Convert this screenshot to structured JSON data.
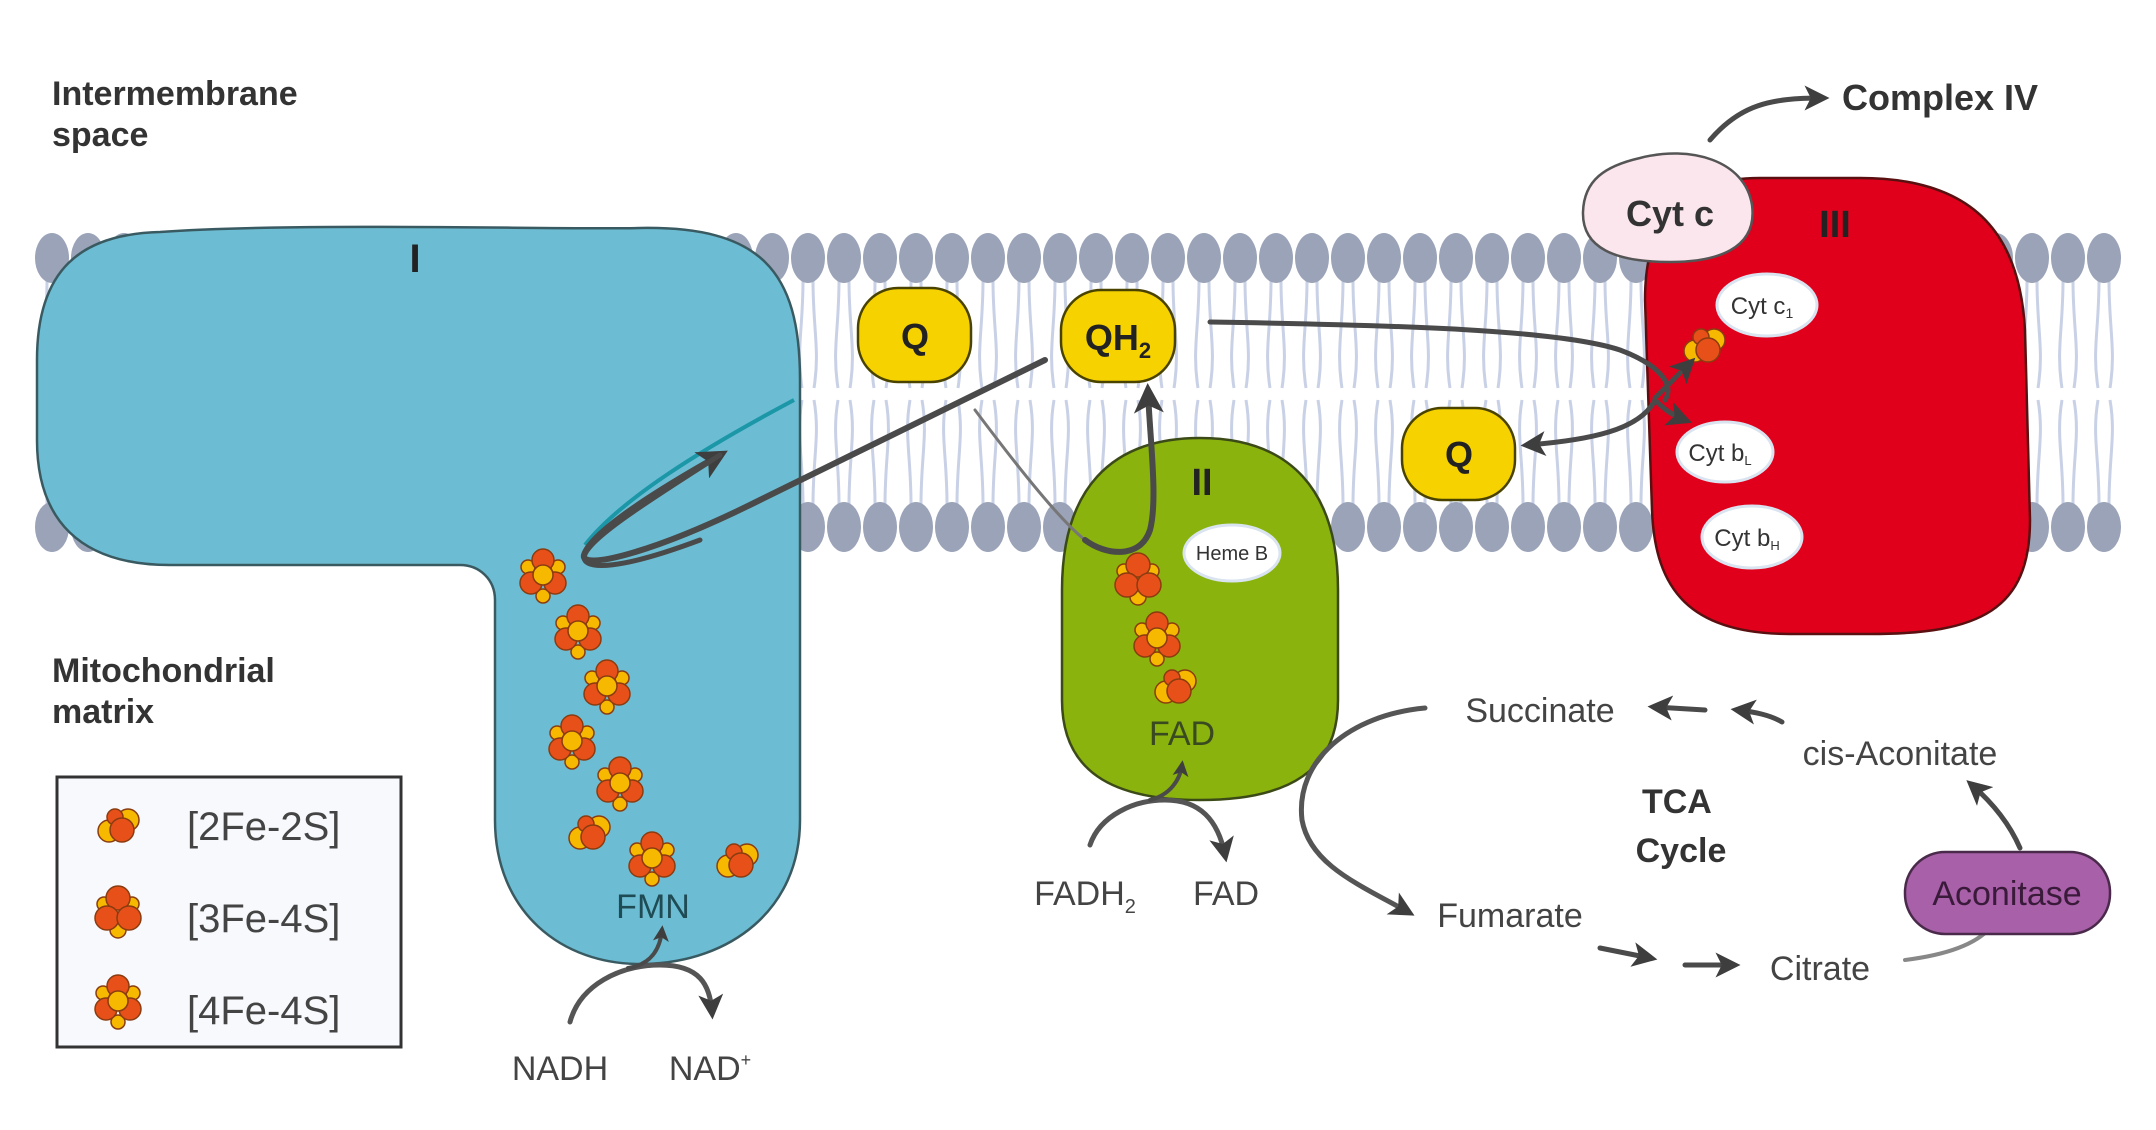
{
  "regions": {
    "intermembrane": [
      "Intermembrane",
      "space"
    ],
    "matrix": [
      "Mitochondrial",
      "matrix"
    ]
  },
  "complexes": {
    "complex_1": {
      "label": "I",
      "color": "#6cbdd3",
      "cofactor": "FMN"
    },
    "complex_2": {
      "label": "II",
      "color": "#8ab30d",
      "cofactor": "FAD",
      "heme": "Heme B"
    },
    "complex_3": {
      "label": "III",
      "color": "#e0001b",
      "cyt_c1": "Cyt c",
      "cyt_c1_sub": "1",
      "cyt_bl": "Cyt b",
      "cyt_bl_sub": "L",
      "cyt_bh": "Cyt b",
      "cyt_bh_sub": "H"
    },
    "complex_4": {
      "label": "Complex IV"
    }
  },
  "carriers": {
    "q_left": "Q",
    "qh2": "QH",
    "qh2_sub": "2",
    "q_right": "Q",
    "cyt_c": "Cyt c",
    "q_color": "#f5d200",
    "cyt_c_color": "#fbe6ee"
  },
  "reactions": {
    "nadh": "NADH",
    "nad_plus": "NAD",
    "nad_plus_sup": "+",
    "fadh2": "FADH",
    "fadh2_sub": "2",
    "fad_out": "FAD"
  },
  "tca": {
    "title": [
      "TCA",
      "Cycle"
    ],
    "succinate": "Succinate",
    "cis_aconitate": "cis-Aconitate",
    "fumarate": "Fumarate",
    "citrate": "Citrate",
    "aconitase": "Aconitase",
    "aconitase_color": "#a860a8"
  },
  "legend": {
    "items": [
      {
        "label": "[2Fe-2S]",
        "type": "2fe2s"
      },
      {
        "label": "[3Fe-4S]",
        "type": "3fe4s"
      },
      {
        "label": "[4Fe-4S]",
        "type": "4fe4s"
      }
    ]
  },
  "colors": {
    "lipid_head": "#9aa3b8",
    "lipid_tail": "#c9d1e6",
    "fe": "#e8501a",
    "s": "#f7b800"
  }
}
